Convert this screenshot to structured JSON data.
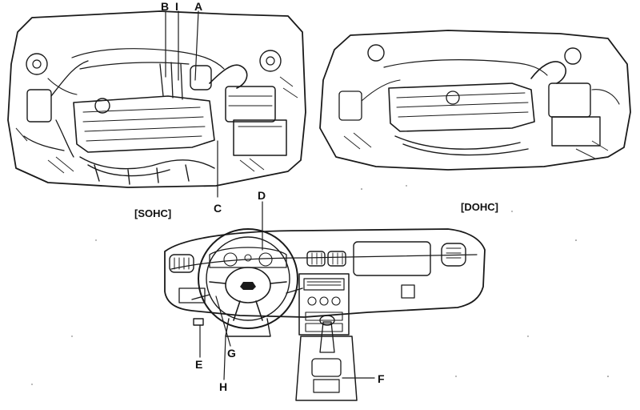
{
  "captions": {
    "sohc": "[SOHC]",
    "dohc": "[DOHC]"
  },
  "callouts": {
    "A": "A",
    "B": "B",
    "I": "I",
    "C": "C",
    "D": "D",
    "E": "E",
    "F": "F",
    "G": "G",
    "H": "H"
  },
  "colors": {
    "ink": "#1a1a1a",
    "paper": "#ffffff"
  }
}
